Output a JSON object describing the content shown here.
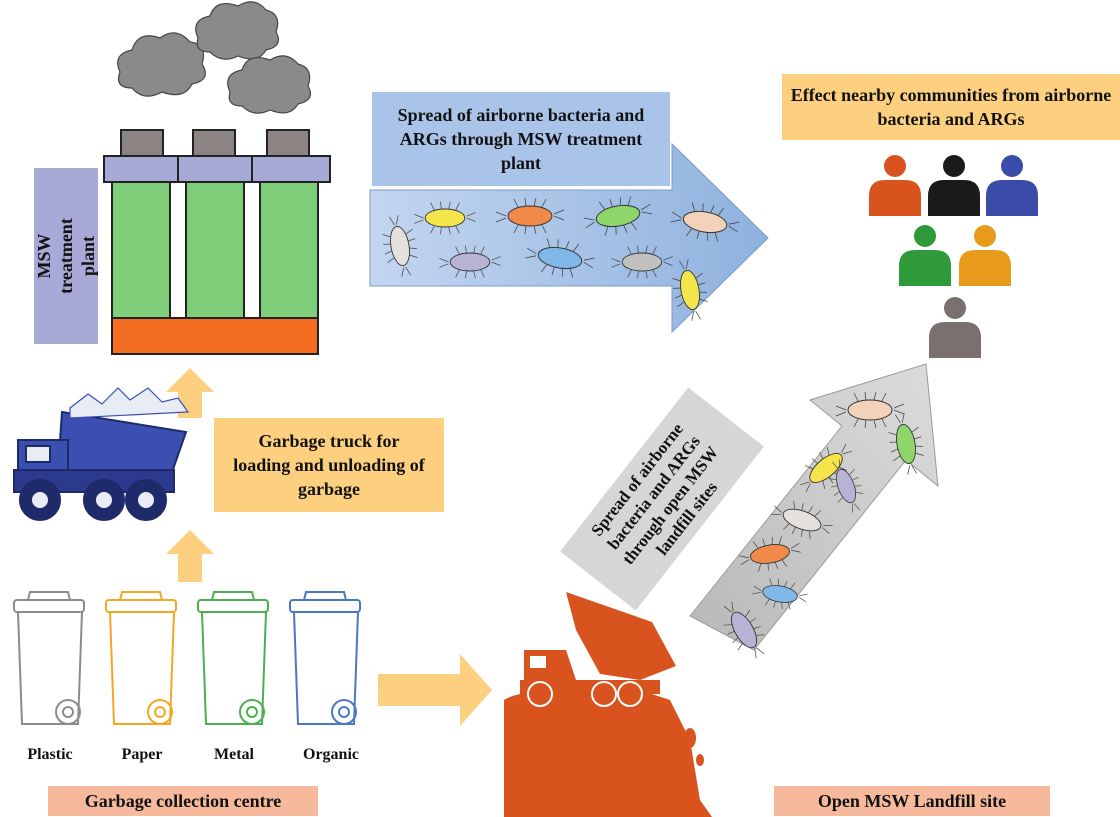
{
  "diagram": {
    "treatment_plant_label": "MSW treatment plant",
    "truck_label": "Garbage truck for loading and unloading of garbage",
    "airborne_plant_label": "Spread of airborne bacteria and ARGs through MSW treatment plant",
    "community_label": "Effect nearby communities from airborne bacteria and ARGs",
    "airborne_landfill_label": "Spread of airborne bacteria and ARGs through open MSW landfill sites",
    "collection_label": "Garbage collection centre",
    "landfill_label": "Open MSW Landfill site",
    "bins": [
      {
        "label": "Plastic",
        "color": "#8c8c8c"
      },
      {
        "label": "Paper",
        "color": "#f5a623"
      },
      {
        "label": "Metal",
        "color": "#4caf50"
      },
      {
        "label": "Organic",
        "color": "#4a78c2"
      }
    ],
    "colors": {
      "accent_orange": "#fcd07f",
      "landfill_red": "#d9531e",
      "plant_green": "#7fcf7a",
      "plant_base": "#f26d21",
      "arrow_blue": "#a9c4e8",
      "arrow_gray": "#c9c9c9"
    }
  }
}
